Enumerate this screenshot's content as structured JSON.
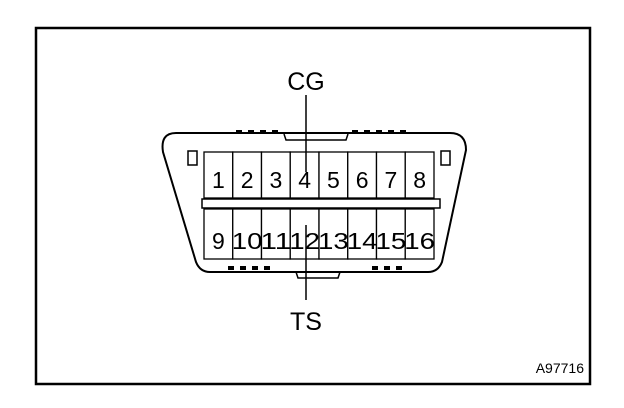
{
  "diagram": {
    "callout_top": "CG",
    "callout_bottom": "TS",
    "figure_code": "A97716",
    "top_row_pins": [
      "1",
      "2",
      "3",
      "4",
      "5",
      "6",
      "7",
      "8"
    ],
    "bottom_row_pins": [
      "9",
      "10",
      "11",
      "12",
      "13",
      "14",
      "15",
      "16"
    ],
    "top_callout_pin": "4",
    "bottom_callout_pin": "12"
  }
}
